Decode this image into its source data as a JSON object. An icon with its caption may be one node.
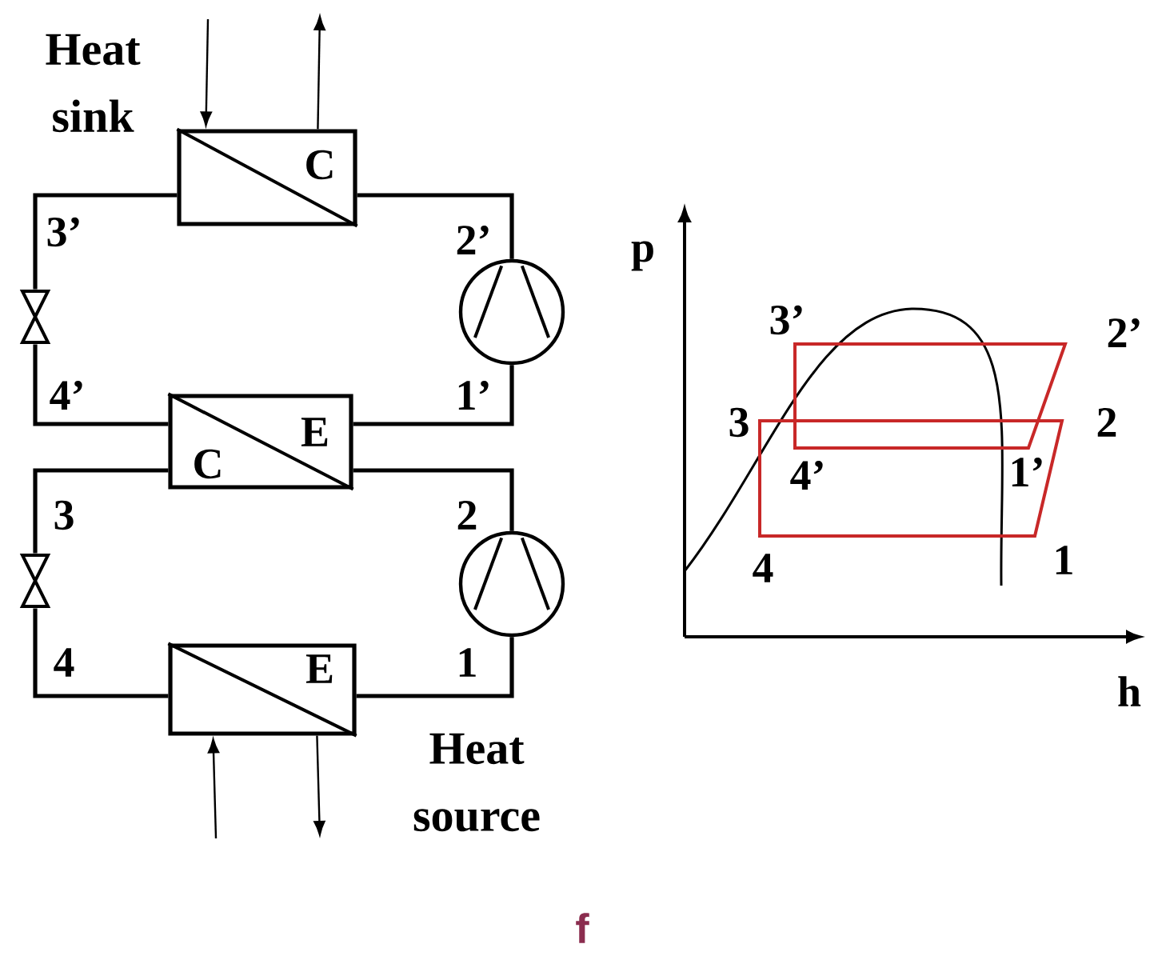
{
  "diagram": {
    "caption": "f",
    "nodes": [
      {
        "text": [
          "C"
        ]
      },
      {
        "text": [],
        "shape": "circle"
      },
      {
        "text": [],
        "shape": "valve"
      },
      {
        "text": [
          "E",
          "C"
        ]
      },
      {
        "text": [],
        "shape": "circle"
      },
      {
        "text": [],
        "shape": "valve"
      },
      {
        "text": [
          "E"
        ]
      }
    ],
    "edges": [
      {
        "from": 1,
        "to": 0,
        "arrow": "none"
      },
      {
        "from": 0,
        "to": 2,
        "arrow": "none"
      },
      {
        "from": 2,
        "to": 3,
        "arrow": "none"
      },
      {
        "from": 3,
        "to": 1,
        "arrow": "none"
      },
      {
        "from": 4,
        "to": 3,
        "arrow": "none"
      },
      {
        "from": 3,
        "to": 5,
        "arrow": "none"
      },
      {
        "from": 5,
        "to": 6,
        "arrow": "none"
      },
      {
        "from": 6,
        "to": 4,
        "arrow": "none"
      },
      {
        "from": null,
        "to": 0,
        "arrow": "to"
      },
      {
        "from": 0,
        "to": null,
        "arrow": "to"
      },
      {
        "from": null,
        "to": 6,
        "arrow": "to"
      },
      {
        "from": 6,
        "to": null,
        "arrow": "to"
      }
    ],
    "labels": [
      "Heat sink",
      "3’",
      "2’",
      "4’",
      "1’",
      "3",
      "2",
      "4",
      "1",
      "Heat source",
      "p",
      "3’",
      "2’",
      "3",
      "2",
      "4’",
      "1’",
      "4",
      "1",
      "h"
    ]
  }
}
